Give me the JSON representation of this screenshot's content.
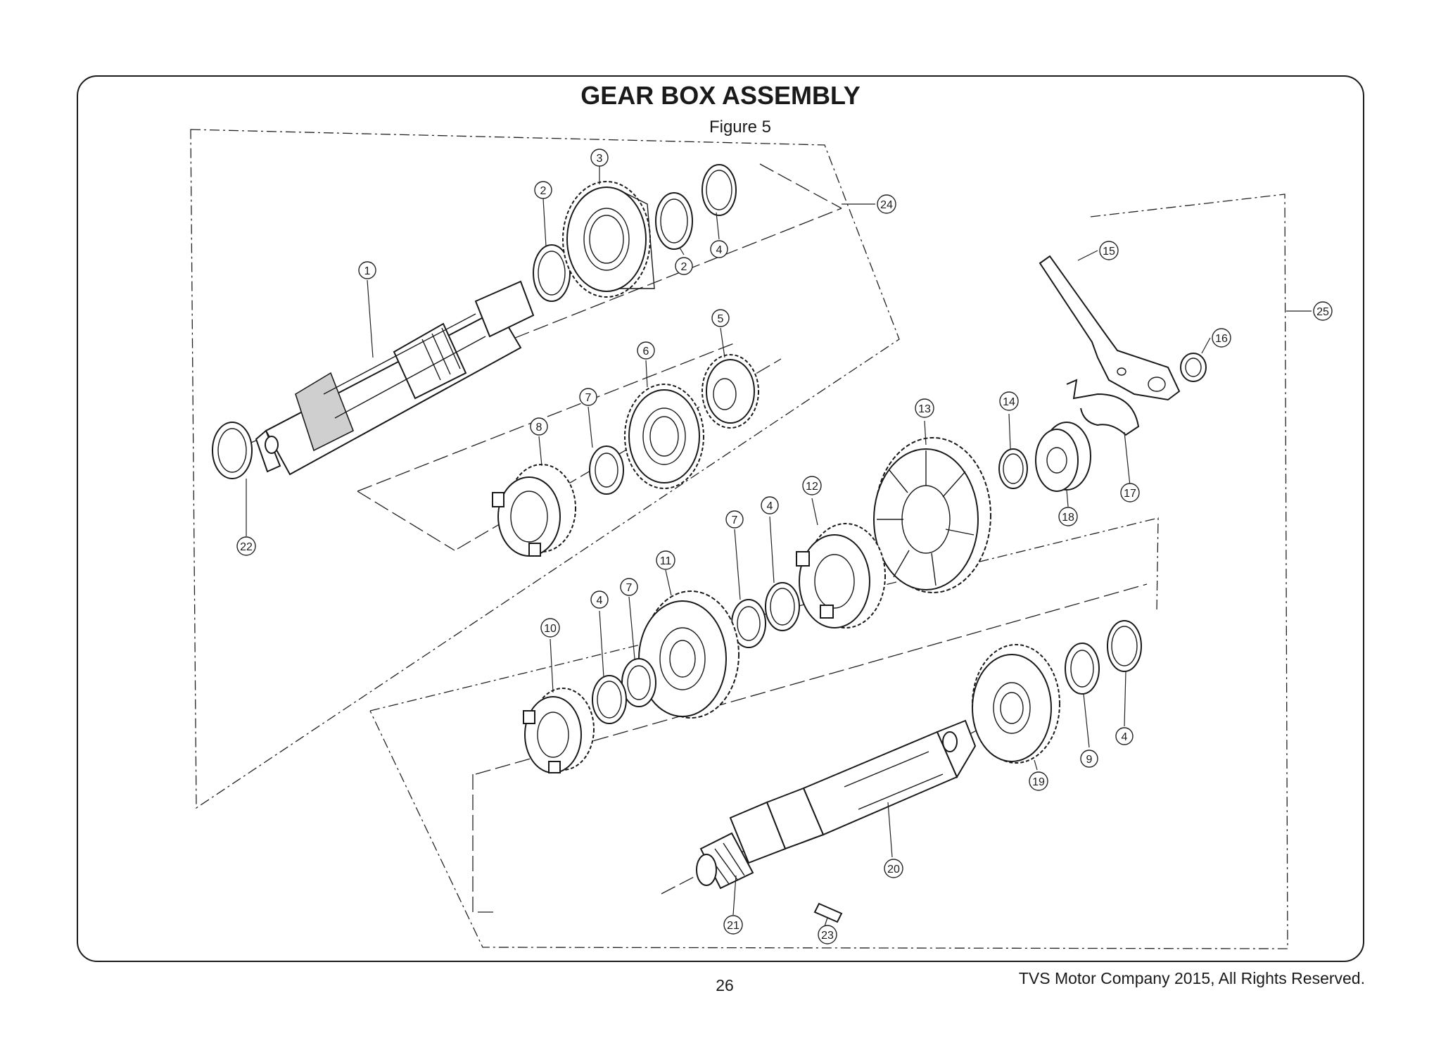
{
  "page": {
    "title": "GEAR BOX ASSEMBLY",
    "subtitle": "Figure 5",
    "page_number": "26",
    "copyright": "TVS Motor Company 2015, All Rights Reserved."
  },
  "callouts": {
    "c1": "1",
    "c2a": "2",
    "c2b": "2",
    "c3": "3",
    "c4a": "4",
    "c5": "5",
    "c6": "6",
    "c7a": "7",
    "c8": "8",
    "c22": "22",
    "c24": "24",
    "c25": "25",
    "c15": "15",
    "c16": "16",
    "c17": "17",
    "c13": "13",
    "c14": "14",
    "c18": "18",
    "c12": "12",
    "c4b": "4",
    "c7b": "7",
    "c11": "11",
    "c7c": "7",
    "c4c": "4",
    "c10": "10",
    "c19": "19",
    "c9": "9",
    "c4d": "4",
    "c20": "20",
    "c21": "21",
    "c23": "23"
  }
}
